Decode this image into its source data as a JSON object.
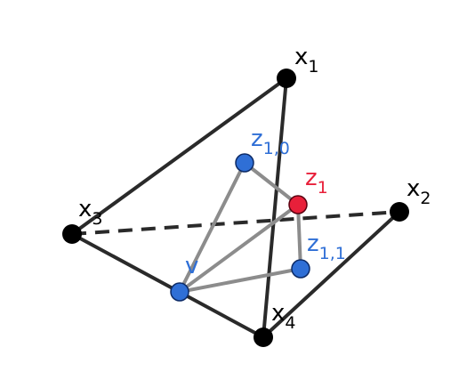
{
  "diagram": {
    "colors": {
      "vertex": "#000000",
      "edge": "#2a2a2a",
      "inner_edge": "#8c8c8c",
      "blue_node": "#2f6fd6",
      "red_node": "#e8203a",
      "blue_text": "#2f6fd6",
      "red_text": "#e8203a",
      "black_text": "#000000"
    },
    "labels": {
      "x1": {
        "main": "x",
        "sub": "1"
      },
      "x2": {
        "main": "x",
        "sub": "2"
      },
      "x3": {
        "main": "x",
        "sub": "3"
      },
      "x4": {
        "main": "x",
        "sub": "4"
      },
      "z10": {
        "main": "z",
        "sub": "1,0"
      },
      "z1": {
        "main": "z",
        "sub": "1"
      },
      "z11": {
        "main": "z",
        "sub": "1,1"
      },
      "v": {
        "main": "v",
        "sub": ""
      }
    }
  }
}
